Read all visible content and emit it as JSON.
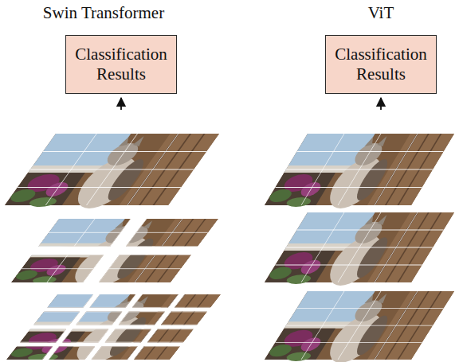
{
  "diagram": {
    "nodes": [
      {
        "text": [
          "Classification Results"
        ]
      },
      {
        "text": [
          "Classification Results"
        ]
      }
    ],
    "labels": [
      "Swin Transformer",
      "ViT"
    ]
  }
}
